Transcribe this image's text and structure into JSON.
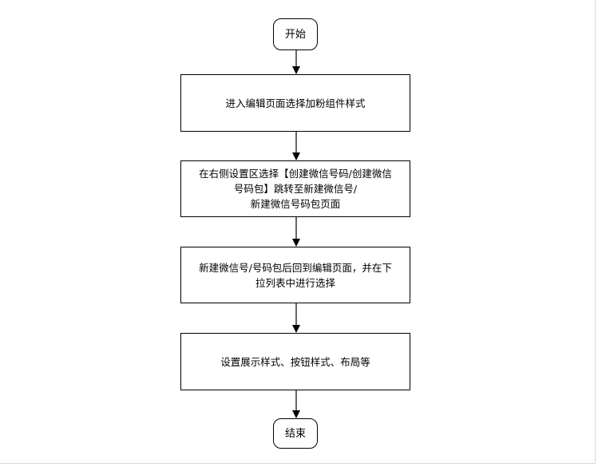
{
  "flowchart": {
    "start": "开始",
    "step1": "进入编辑页面选择加粉组件样式",
    "step2": "在右侧设置区选择【创建微信号码/创建微信\n号码包】跳转至新建微信号/\n新建微信号码包页面",
    "step3": "新建微信号/号码包后回到编辑页面，并在下\n拉列表中进行选择",
    "step4": "设置展示样式、按钮样式、布局等",
    "end": "结束"
  },
  "colors": {
    "stroke": "#000000",
    "background": "#ffffff"
  }
}
